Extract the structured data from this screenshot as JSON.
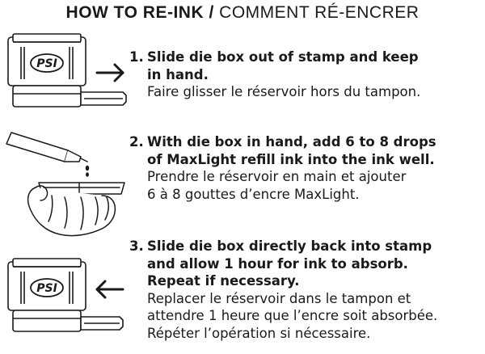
{
  "title": {
    "english": "HOW TO RE-INK",
    "separator": " / ",
    "french": "COMMENT RÉ-ENCRER"
  },
  "steps": [
    {
      "number": "1.",
      "english_lines": [
        "Slide die box out of stamp and keep",
        "in hand."
      ],
      "french_lines": [
        "Faire glisser le réservoir hors du tampon."
      ],
      "illustration": "stamp-with-die-box-pulled-out-arrow-right"
    },
    {
      "number": "2.",
      "english_lines": [
        "With die box in hand, add 6 to 8 drops",
        "of MaxLight refill ink into the ink well."
      ],
      "french_lines": [
        "Prendre le réservoir en main et ajouter",
        "6 à 8 gouttes d’encre MaxLight."
      ],
      "illustration": "hand-holding-die-box-with-ink-tube-dripping"
    },
    {
      "number": "3.",
      "english_lines": [
        "Slide die box directly back into stamp",
        "and allow 1 hour for ink to absorb.",
        "Repeat if necessary."
      ],
      "french_lines": [
        "Replacer le réservoir dans le tampon et",
        "attendre 1 heure que l’encre soit absorbée.",
        "Répéter l’opération si nécessaire."
      ],
      "illustration": "stamp-with-die-box-inserted-arrow-left"
    }
  ],
  "logo_text": "PSI"
}
